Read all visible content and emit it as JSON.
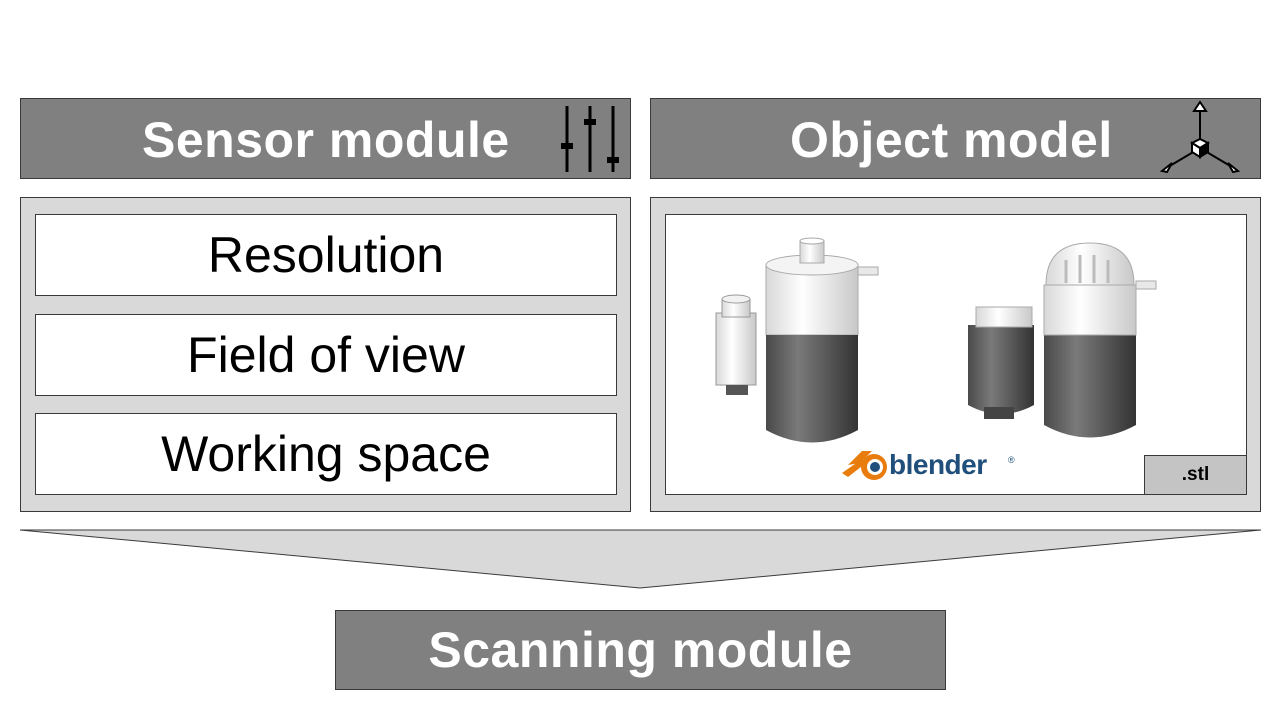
{
  "sensor_module": {
    "title": "Sensor module",
    "icon": "sliders-icon",
    "items": [
      "Resolution",
      "Field of view",
      "Working space"
    ]
  },
  "object_model": {
    "title": "Object model",
    "icon": "3d-axes-icon",
    "logo_text": "blender",
    "file_format": ".stl"
  },
  "scanning_module": {
    "title": "Scanning module"
  },
  "colors": {
    "header_fill": "#808080",
    "panel_fill": "#d9d9d9",
    "arrow_fill": "#d9d9d9",
    "blender_orange": "#e87d0d",
    "blender_blue": "#1f4f7a"
  }
}
